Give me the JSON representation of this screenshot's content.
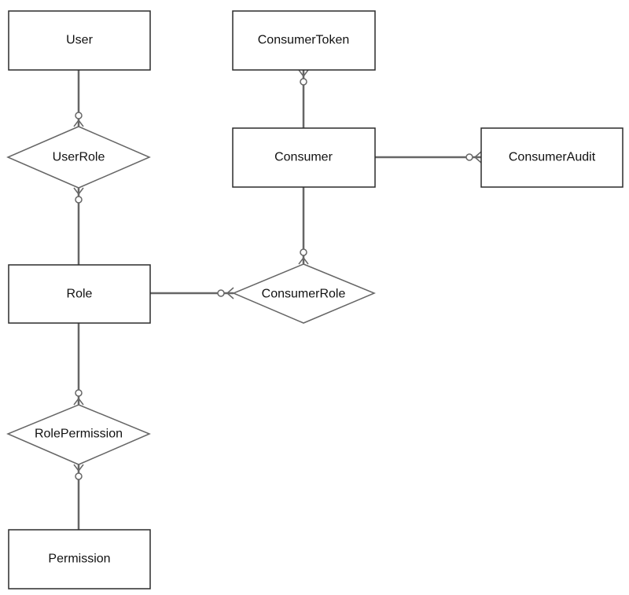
{
  "diagram": {
    "entities": {
      "user": "User",
      "consumer_token": "ConsumerToken",
      "consumer": "Consumer",
      "consumer_audit": "ConsumerAudit",
      "role": "Role",
      "permission": "Permission"
    },
    "relationships": {
      "user_role": "UserRole",
      "consumer_role": "ConsumerRole",
      "role_permission": "RolePermission"
    }
  }
}
